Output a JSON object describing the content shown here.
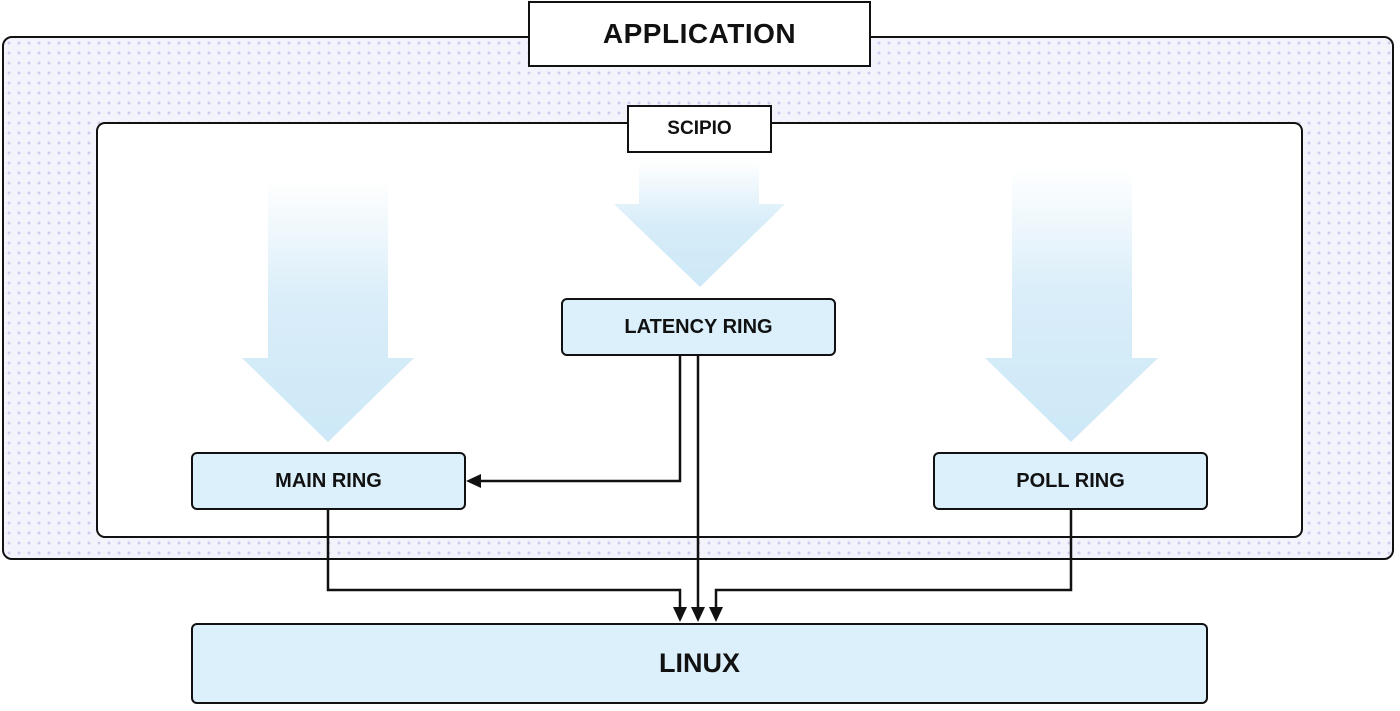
{
  "diagram": {
    "application": {
      "label": "APPLICATION"
    },
    "scipio": {
      "label": "SCIPIO"
    },
    "rings": {
      "latency": "LATENCY RING",
      "main": "MAIN RING",
      "poll": "POLL RING"
    },
    "linux": {
      "label": "LINUX"
    },
    "colors": {
      "ring_fill": "#dbf0fb",
      "flow_arrow": "#cde8f7",
      "border": "#111111",
      "dot_pattern": "#cfcdee"
    }
  }
}
